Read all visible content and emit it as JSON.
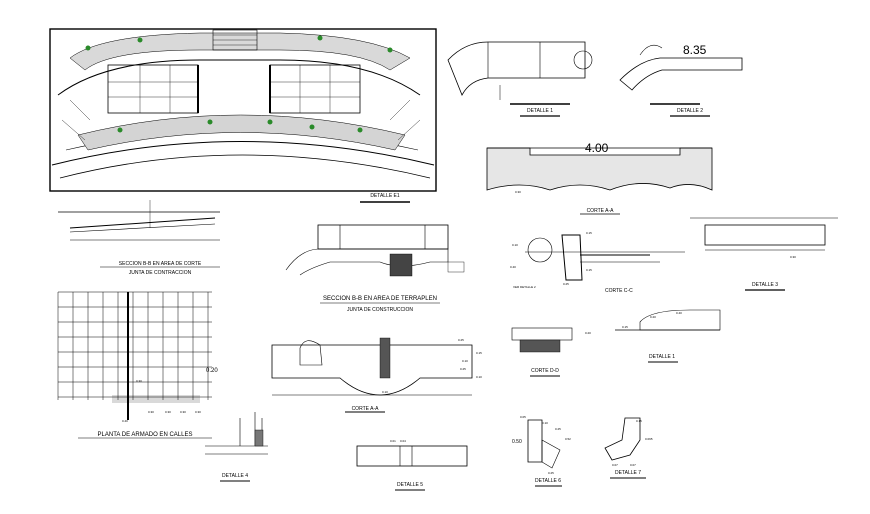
{
  "drawings": {
    "detalle_1": "DETALLE 1",
    "detalle_2": "DETALLE 2",
    "detalle_2_dim": "8.35",
    "corte_aa": "CORTE A-A",
    "corte_aa_dim": "4.00",
    "corte_aa_dim_small": "0.30",
    "detalle_e1": "DETALLE E1",
    "seccion_a": "SECCION B-B EN AREA DE CORTE",
    "junta_contraccion": "JUNTA DE CONTRACCION",
    "seccion_b": "SECCION B-B EN AREA DE TERRAPLEN",
    "junta_construccion": "JUNTA DE CONSTRUCCION",
    "corte_cc": "CORTE C-C",
    "corte_cc_dims": [
      "0.10",
      "0.40",
      "0.15",
      "0.15",
      "0.25"
    ],
    "corte_cc_note": "VER DETALLE 2",
    "detalle_3": "DETALLE 3",
    "detalle_3_dim": "0.30",
    "corte_dd": "CORTE D-D",
    "corte_dd_dim": "0.20",
    "detalle_1b": "DETALLE 1",
    "detalle_1b_dims": [
      "0.20",
      "0.40",
      "0.15"
    ],
    "planta": "PLANTA DE ARMADO EN CALLES",
    "planta_dims": [
      "0.30",
      "0.30",
      "0.30",
      "0.30",
      "0.20",
      "0.40",
      "0.30"
    ],
    "corte_x": "CORTE A-A",
    "corte_x_dims": [
      "0.25",
      "0.15",
      "0.10",
      "0.25",
      "0.10",
      "0.10"
    ],
    "detalle_4": "DETALLE 4",
    "detalle_5": "DETALLE 5",
    "detalle_5_dims": [
      "0.01",
      "0.04"
    ],
    "detalle_6": "DETALLE 6",
    "detalle_6_dims": [
      "0.10",
      "0.50",
      "0.25",
      "0.52",
      "0.25"
    ],
    "detalle_6_top": "0.05",
    "detalle_7": "DETALLE 7",
    "detalle_7_dims": [
      "0.15",
      "0.095",
      "0.07",
      "0.07"
    ]
  },
  "colors": {
    "ink": "#000000",
    "plant": "#2a8a2a",
    "paper": "#ffffff"
  }
}
